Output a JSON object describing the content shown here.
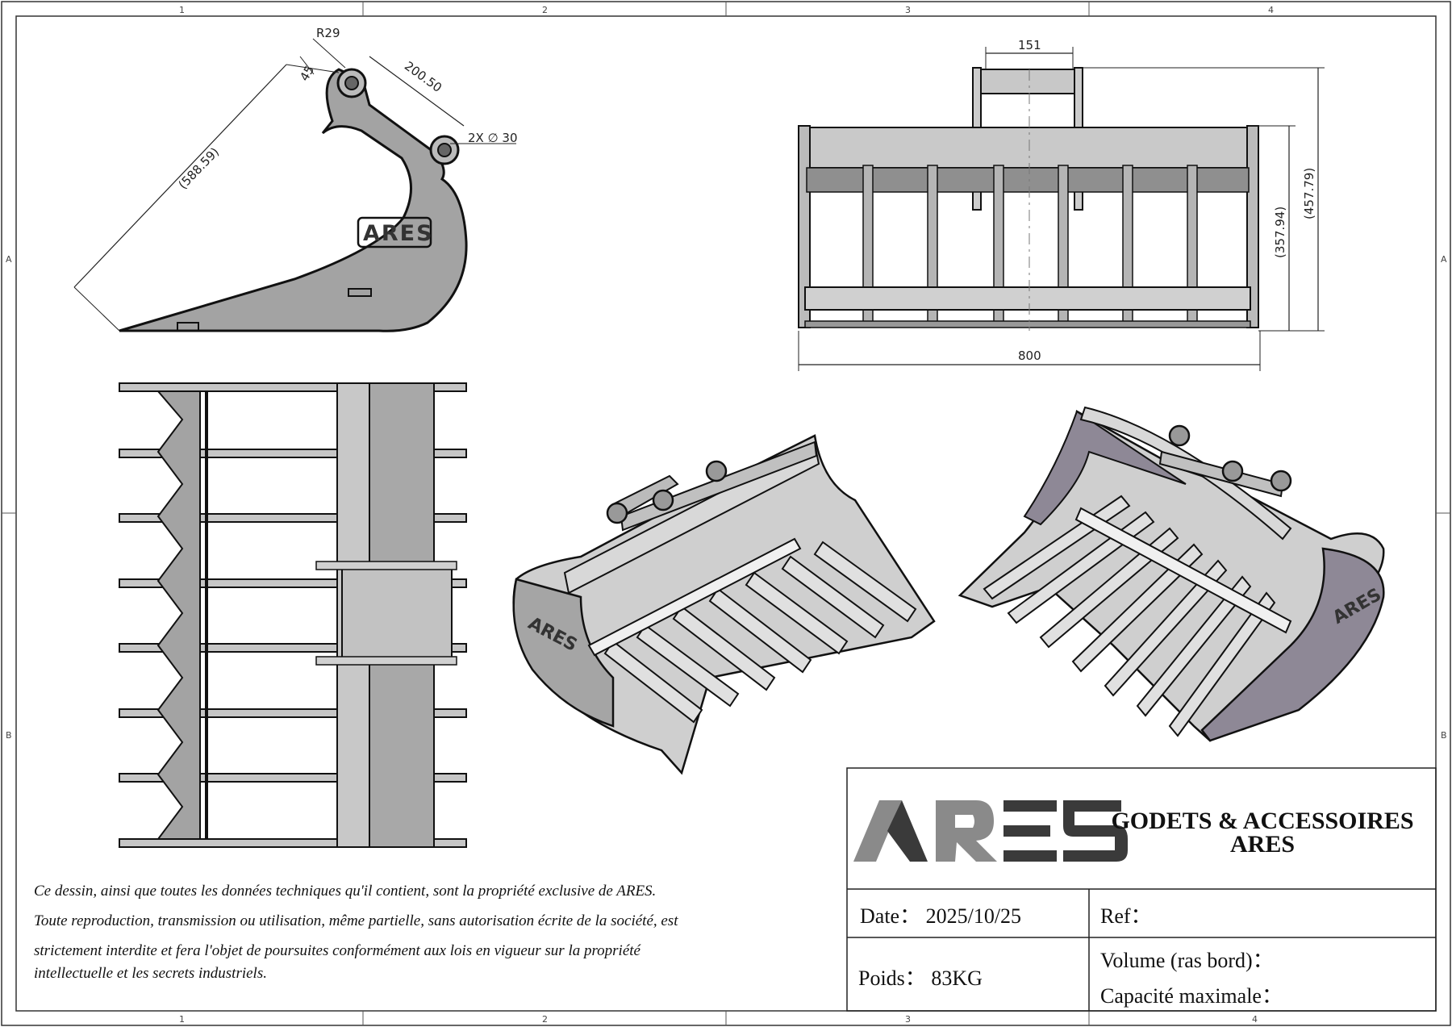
{
  "zones": {
    "columns": [
      "1",
      "2",
      "3",
      "4"
    ],
    "rows": [
      "A",
      "B"
    ]
  },
  "dimensions": {
    "radius": "R29",
    "angle_offset": "45",
    "pin_spacing": "200.50",
    "pin_diameter": "2X ∅ 30",
    "overall_length": "(588.59)",
    "top_width": "151",
    "depth_inner": "(357.94)",
    "depth_outer": "(457.79)",
    "width": "800"
  },
  "logo": {
    "text": "ARES",
    "accent_color": "#3a3a3a",
    "light_color": "#9a9a9a"
  },
  "title_block": {
    "company_line1": "GODETS & ACCESSOIRES",
    "company_line2": "ARES",
    "date_label": "Date：",
    "date_value": "2025/10/25",
    "ref_label": "Ref：",
    "weight_label": "Poids：",
    "weight_value": "83KG",
    "volume_label": "Volume (ras bord)：",
    "capacity_label": "Capacité maximale："
  },
  "notice": {
    "line1": "Ce dessin, ainsi que toutes les données techniques qu'il contient, sont la propriété exclusive de ARES.",
    "line2": "Toute reproduction, transmission ou utilisation, même partielle, sans autorisation écrite de la société, est",
    "line3": "strictement interdite et fera l'objet de poursuites conformément aux lois en vigueur sur la propriété",
    "line4": "intellectuelle et les secrets industriels."
  },
  "colors": {
    "part_fill": "#a3a3a3",
    "part_fill_dark": "#8a8490",
    "outline": "#111111"
  }
}
